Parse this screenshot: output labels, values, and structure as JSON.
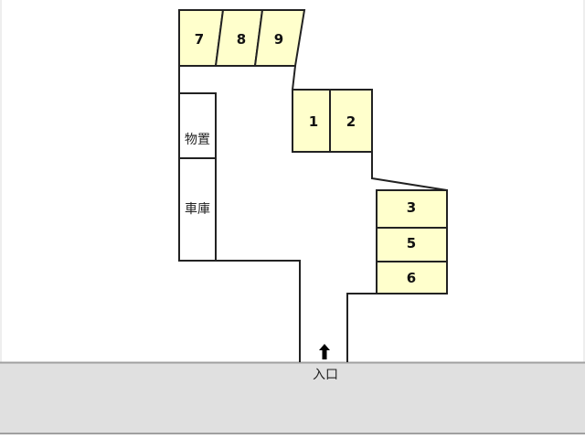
{
  "colors": {
    "spot_fill": "#ffffcc",
    "road_fill": "#e0e0e0",
    "line": "#222222"
  },
  "spots": [
    {
      "id": "7",
      "label": "7"
    },
    {
      "id": "8",
      "label": "8"
    },
    {
      "id": "9",
      "label": "9"
    },
    {
      "id": "1",
      "label": "1"
    },
    {
      "id": "2",
      "label": "2"
    },
    {
      "id": "3",
      "label": "3"
    },
    {
      "id": "5",
      "label": "5"
    },
    {
      "id": "6",
      "label": "6"
    }
  ],
  "buildings": {
    "storage": "物置",
    "garage": "車庫"
  },
  "entrance": {
    "label": "入口",
    "icon": "arrow-up-icon"
  }
}
